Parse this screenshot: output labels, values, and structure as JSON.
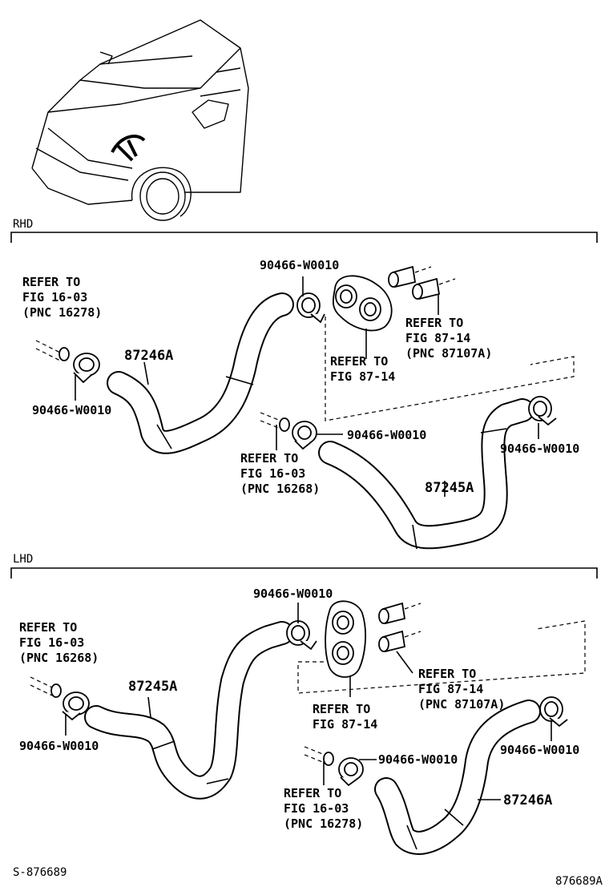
{
  "sections": {
    "rhd": "RHD",
    "lhd": "LHD"
  },
  "rhd": {
    "clamp_top": "90466-W0010",
    "clamp_left": "90466-W0010",
    "clamp_mid": "90466-W0010",
    "clamp_right": "90466-W0010",
    "hose_a": "87246A",
    "hose_b": "87245A",
    "ref_left": [
      "REFER TO",
      "FIG 16-03",
      "(PNC 16278)"
    ],
    "ref_mid": [
      "REFER TO",
      "FIG 16-03",
      "(PNC 16268)"
    ],
    "ref_grommet": [
      "REFER TO",
      "FIG 87-14"
    ],
    "ref_pipe": [
      "REFER TO",
      "FIG 87-14",
      "(PNC 87107A)"
    ]
  },
  "lhd": {
    "clamp_top": "90466-W0010",
    "clamp_left": "90466-W0010",
    "clamp_mid": "90466-W0010",
    "clamp_right": "90466-W0010",
    "hose_a": "87245A",
    "hose_b": "87246A",
    "ref_left": [
      "REFER TO",
      "FIG 16-03",
      "(PNC 16268)"
    ],
    "ref_mid": [
      "REFER TO",
      "FIG 16-03",
      "(PNC 16278)"
    ],
    "ref_grommet": [
      "REFER TO",
      "FIG 87-14"
    ],
    "ref_pipe": [
      "REFER TO",
      "FIG 87-14",
      "(PNC 87107A)"
    ]
  },
  "footer": {
    "left": "S-876689",
    "right": "876689A"
  }
}
